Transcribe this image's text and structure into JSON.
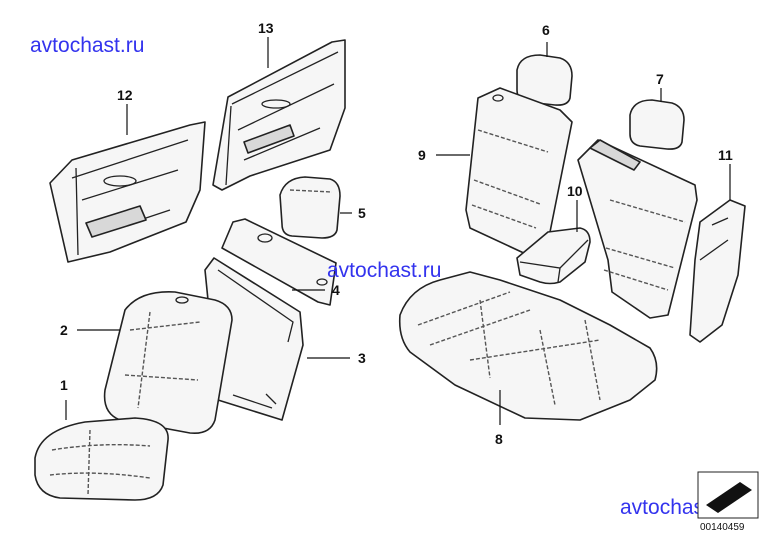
{
  "watermark": "avtochast.ru",
  "diagram_code": "00140459",
  "callouts": {
    "c1": "1",
    "c2": "2",
    "c3": "3",
    "c4": "4",
    "c5": "5",
    "c6": "6",
    "c7": "7",
    "c8": "8",
    "c9": "9",
    "c10": "10",
    "c11": "11",
    "c12": "12",
    "c13": "13"
  },
  "colors": {
    "line": "#222222",
    "watermark": "#3333ee",
    "fill": "#f6f6f6"
  }
}
